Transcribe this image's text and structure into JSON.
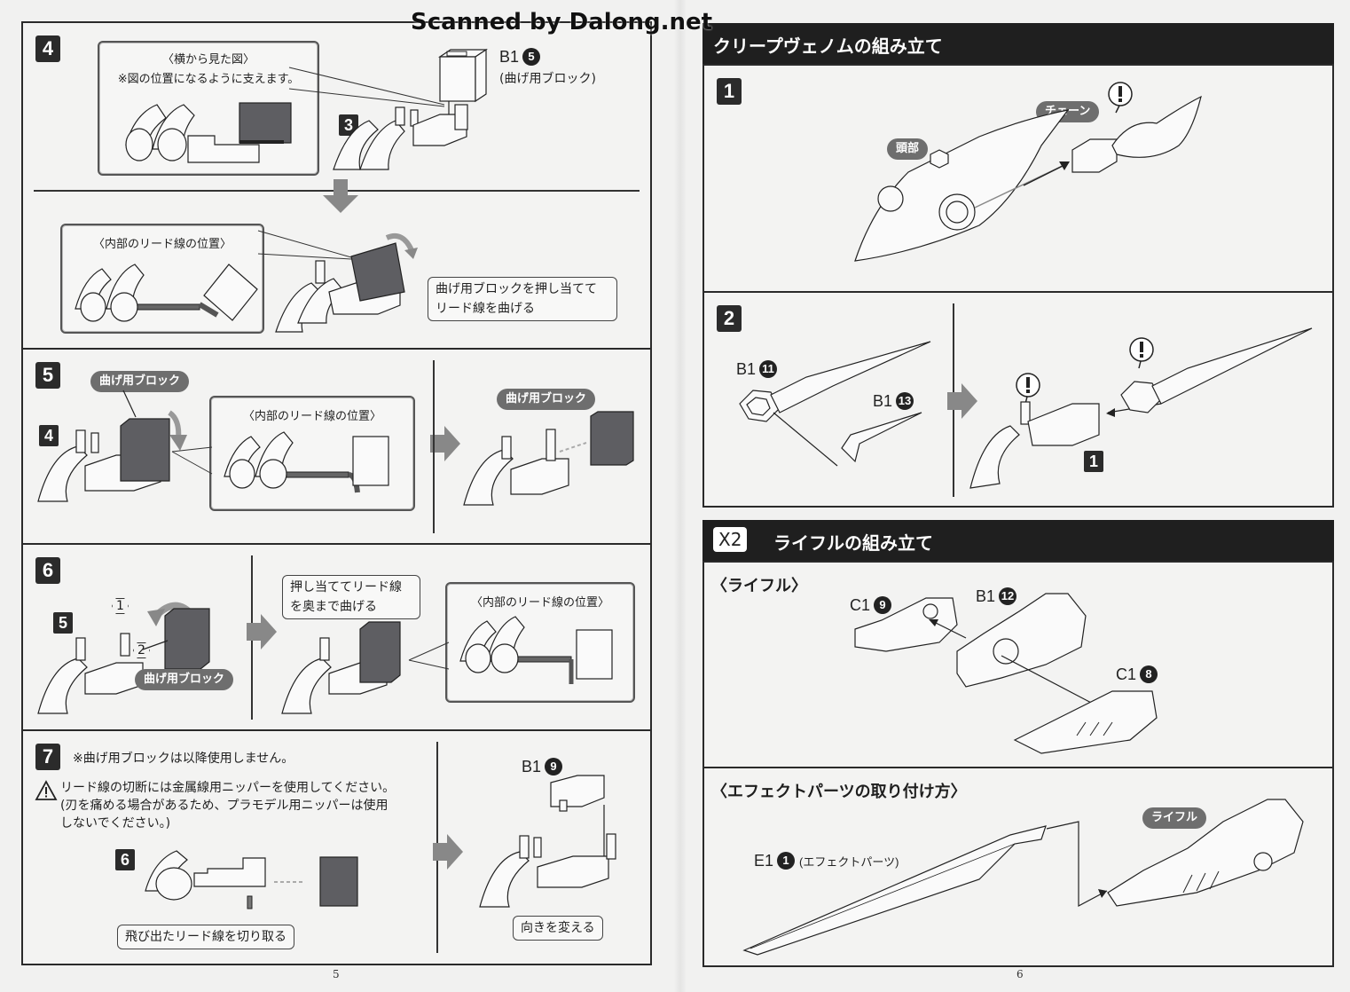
{
  "watermark": "Scanned by Dalong.net",
  "left_page": {
    "page_number": "5",
    "step4": {
      "number": "4",
      "callout_side": {
        "title": "〈横から見た図〉",
        "note": "※図の位置になるように支えます。"
      },
      "ref_number": "3",
      "part": {
        "runner": "B1",
        "index": "5",
        "name": "(曲げ用ブロック)"
      },
      "callout_wire": {
        "title": "〈内部のリード線の位置〉"
      },
      "bubble": [
        "曲げ用ブロックを押し当てて",
        "リード線を曲げる"
      ]
    },
    "step5": {
      "number": "5",
      "pill_left": "曲げ用ブロック",
      "ref_number": "4",
      "callout_wire": {
        "title": "〈内部のリード線の位置〉"
      },
      "pill_right": "曲げ用ブロック"
    },
    "step6": {
      "number": "6",
      "ref_number": "5",
      "order_1": "1",
      "order_2": "2",
      "pill": "曲げ用ブロック",
      "bubble": [
        "押し当ててリード線",
        "を奥まで曲げる"
      ],
      "callout_wire": {
        "title": "〈内部のリード線の位置〉"
      }
    },
    "step7": {
      "number": "7",
      "note": "※曲げ用ブロックは以降使用しません。",
      "warning_icon": "warning-triangle-icon",
      "warning_lines": [
        "リード線の切断には金属線用ニッパーを使用してください。",
        "(刃を痛める場合があるため、プラモデル用ニッパーは使用",
        "しないでください。)"
      ],
      "ref_number": "6",
      "bubble_cut": "飛び出たリード線を切り取る",
      "part": {
        "runner": "B1",
        "index": "9"
      },
      "bubble_turn": "向きを変える"
    }
  },
  "right_page": {
    "page_number": "6",
    "section1": {
      "title": "クリープヴェノムの組み立て",
      "step1": {
        "number": "1",
        "pill_head": "頭部",
        "pill_chain": "チェーン",
        "caution_icon": "!"
      },
      "step2": {
        "number": "2",
        "part_a": {
          "runner": "B1",
          "index": "11"
        },
        "part_b": {
          "runner": "B1",
          "index": "13"
        },
        "ref_number": "1",
        "caution_icon": "!"
      }
    },
    "section2": {
      "multiplier": "X2",
      "title": "ライフルの組み立て",
      "rifle": {
        "subtitle": "〈ライフル〉",
        "part_c9": {
          "runner": "C1",
          "index": "9"
        },
        "part_b12": {
          "runner": "B1",
          "index": "12"
        },
        "part_c8": {
          "runner": "C1",
          "index": "8"
        }
      },
      "effect": {
        "subtitle": "〈エフェクトパーツの取り付け方〉",
        "part": {
          "runner": "E1",
          "index": "1",
          "name": "(エフェクトパーツ)"
        },
        "pill_rifle": "ライフル"
      }
    }
  },
  "colors": {
    "paper": "#f1f1f0",
    "ink": "#1e1e1e",
    "header_bar": "#1f1f1f",
    "pill_gray": "#6e6e6e",
    "block_gray": "#5e5e62",
    "arrow_gray": "#888888"
  }
}
